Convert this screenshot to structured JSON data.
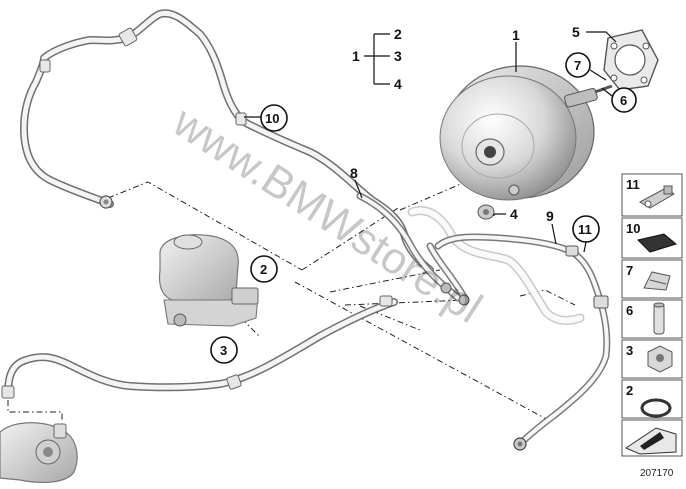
{
  "diagram": {
    "callouts": {
      "booster": "1",
      "bracket_group": "1",
      "part_2": "2",
      "part_3": "3",
      "part_4": "4",
      "part_5": "5",
      "part_6": "6",
      "part_7": "7",
      "part_8": "8",
      "part_9": "9",
      "part_10": "10",
      "part_11": "11"
    },
    "bracket_items": [
      "2",
      "3",
      "4"
    ],
    "legend": [
      {
        "number": "11",
        "part": "clamp-bracket"
      },
      {
        "number": "10",
        "part": "foam-pad"
      },
      {
        "number": "7",
        "part": "clip"
      },
      {
        "number": "6",
        "part": "pin"
      },
      {
        "number": "3",
        "part": "nut"
      },
      {
        "number": "2",
        "part": "o-ring"
      },
      {
        "number": "",
        "part": "arrow-plate"
      }
    ],
    "watermark": "www.BMWstore.pl",
    "diagram_id": "207170"
  }
}
